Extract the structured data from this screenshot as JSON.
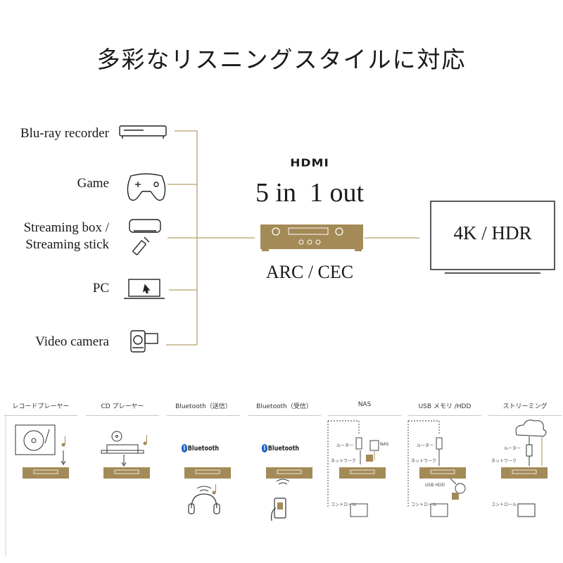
{
  "title": "多彩なリスニングスタイルに対応",
  "sources": [
    {
      "label_line1": "Blu-ray recorder",
      "label_line2": "",
      "icon": "blu-ray-recorder-icon"
    },
    {
      "label_line1": "Game",
      "label_line2": "",
      "icon": "game-controller-icon"
    },
    {
      "label_line1": "Streaming box /",
      "label_line2": "Streaming stick",
      "icon": "streaming-device-icon"
    },
    {
      "label_line1": "PC",
      "label_line2": "",
      "icon": "laptop-icon"
    },
    {
      "label_line1": "Video camera",
      "label_line2": "",
      "icon": "video-camera-icon"
    }
  ],
  "hdmi": {
    "logo": "HDMI",
    "io": "5 in  1 out",
    "features": "ARC / CEC"
  },
  "display": {
    "label": "4K / HDR"
  },
  "colors": {
    "accent": "#a48a57",
    "line": "#b89f6d",
    "text": "#1a1a1a"
  },
  "panels": [
    {
      "title": "レコードプレーヤー",
      "icon": "record-player-icon"
    },
    {
      "title": "CD プレーヤー",
      "icon": "cd-player-icon"
    },
    {
      "title": "Bluetooth（送信）",
      "icon": "headphones-icon",
      "logo": "Bluetooth"
    },
    {
      "title": "Bluetooth（受信）",
      "icon": "smartphone-icon",
      "logo": "Bluetooth"
    },
    {
      "title": "NAS",
      "icon": "nas-icon",
      "labels": {
        "router": "ルーター",
        "nas": "NAS",
        "network": "ネットワーク",
        "control": "コントロール"
      }
    },
    {
      "title": "USB メモリ /HDD",
      "icon": "usb-hdd-icon",
      "labels": {
        "router": "ルーター",
        "network": "ネットワーク",
        "usb": "USB HDD",
        "control": "コントロール"
      }
    },
    {
      "title": "ストリーミング",
      "icon": "cloud-icon",
      "labels": {
        "router": "ルーター",
        "network": "ネットワーク",
        "control": "コントロール"
      }
    }
  ]
}
